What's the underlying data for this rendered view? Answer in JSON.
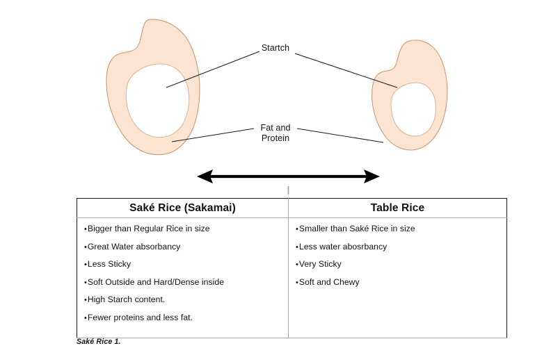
{
  "figure": {
    "caption": "Saké Rice 1.",
    "labels": {
      "starch": "Startch",
      "fat_protein_line1": "Fat and",
      "fat_protein_line2": "Protein"
    },
    "grains": [
      {
        "name": "sake-rice-grain",
        "side": "left",
        "size": "large"
      },
      {
        "name": "table-rice-grain",
        "side": "right",
        "size": "small"
      }
    ],
    "arrow": {
      "name": "size-comparison-arrow",
      "direction": "double-headed-horizontal"
    },
    "colors": {
      "grain_fill": "#fbe5d2",
      "grain_stroke": "#d9a07a",
      "core_fill": "#ffffff",
      "leader_line": "#1a1a1a",
      "table_border_dark": "#111111",
      "table_border_gray": "#a8a8a8"
    }
  },
  "table": {
    "headers": [
      "Saké Rice (Sakamai)",
      "Table Rice"
    ],
    "columns": [
      {
        "header": "Saké Rice (Sakamai)",
        "items": [
          "Bigger than Regular Rice in size",
          "Great Water absorbancy",
          "Less Sticky",
          "Soft Outside and Hard/Dense inside",
          "High Starch content.",
          "Fewer proteins and less fat."
        ]
      },
      {
        "header": "Table Rice",
        "items": [
          "Smaller than Saké Rice in size",
          "Less water abosrbancy",
          "Very Sticky",
          "Soft and Chewy"
        ]
      }
    ]
  }
}
